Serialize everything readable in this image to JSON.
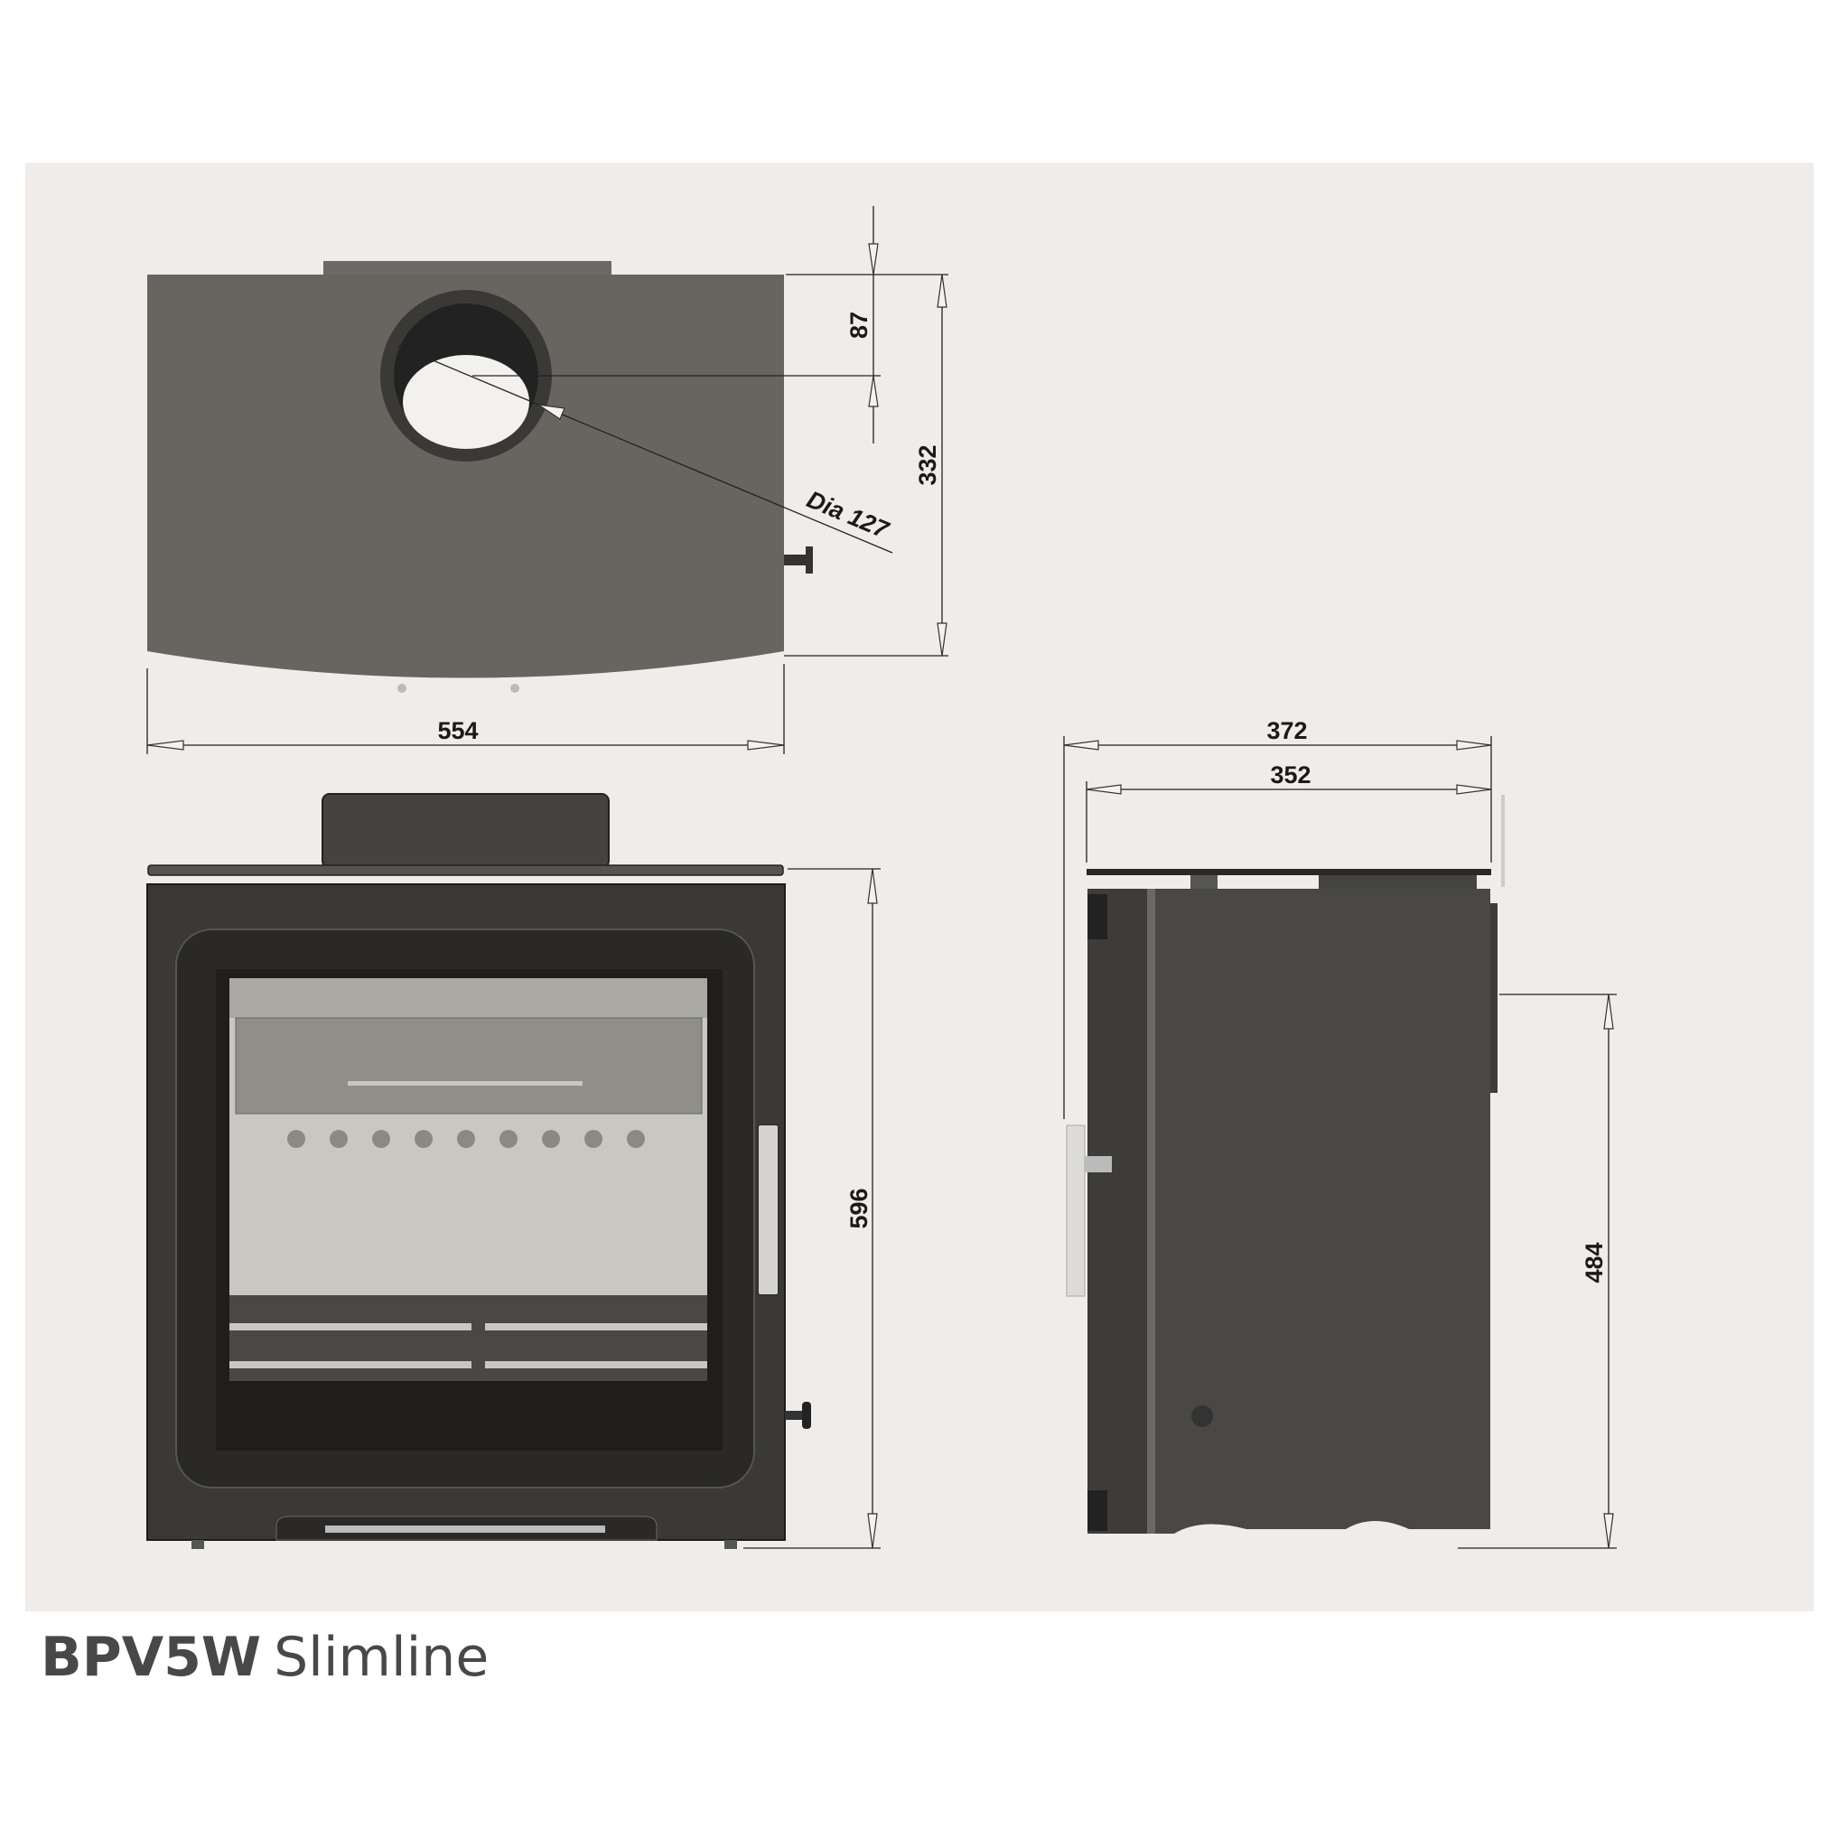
{
  "title": {
    "model": "BPV5W",
    "variant": "Slimline"
  },
  "colors": {
    "background": "#efecea",
    "stove_top": "#676560",
    "stove_body": "#4a4844",
    "glass_interior": "#c8c7c2",
    "dimension_line": "#222222"
  },
  "dimensions": {
    "top_view": {
      "width": "554",
      "depth": "332",
      "flue_offset": "87",
      "flue_diameter": "Dia 127"
    },
    "front_view": {
      "height": "596"
    },
    "side_view": {
      "overall_depth": "372",
      "body_depth": "352",
      "flue_height": "484"
    }
  }
}
